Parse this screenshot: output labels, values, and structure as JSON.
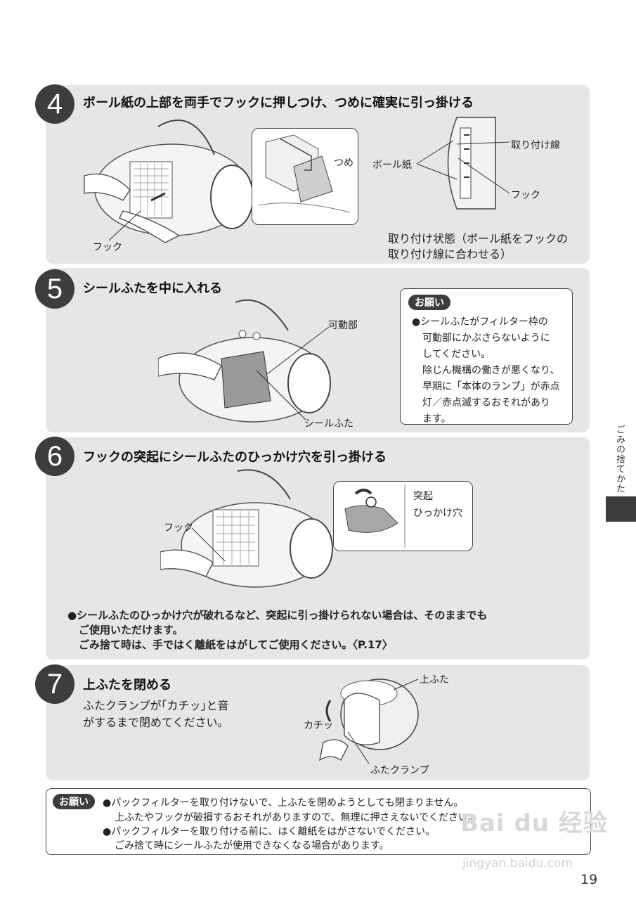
{
  "steps": [
    {
      "number": "4",
      "title": "ボール紙の上部を両手でフックに押しつけ、つめに確実に引っ掛ける",
      "labels": {
        "hook_left": "フック",
        "tsume": "つめ",
        "ball_paper": "ボール紙",
        "attach_line": "取り付け線",
        "hook_right": "フック",
        "caption_line1": "取り付け状態（ボール紙をフックの",
        "caption_line2": "取り付け線に合わせる）"
      }
    },
    {
      "number": "5",
      "title": "シールふたを中に入れる",
      "labels": {
        "movable": "可動部",
        "seal_lid": "シールふた"
      },
      "request": {
        "badge": "お願い",
        "lines": [
          "●シールふたがフィルター枠の",
          "可動部にかぶさらないように",
          "してください。",
          "除じん機構の働きが悪くなり、",
          "早期に「本体のランプ」が赤点",
          "灯／赤点滅するおそれがあり",
          "ます。"
        ]
      }
    },
    {
      "number": "6",
      "title": "フックの突起にシールふたのひっかけ穴を引っ掛ける",
      "labels": {
        "hook": "フック",
        "protrusion": "突起",
        "hook_hole": "ひっかけ穴"
      },
      "note_lines": [
        "●シールふたのひっかけ穴が破れるなど、突起に引っ掛けられない場合は、そのままでも",
        "ご使用いただけます。",
        "ごみ捨て時は、手ではく離紙をはがしてご使用ください。〈P.17〉"
      ]
    },
    {
      "number": "7",
      "title": "上ふたを閉める",
      "desc_lines": [
        "ふたクランプが｢カチッ｣と音",
        "がするまで閉めてください。"
      ],
      "labels": {
        "top_lid": "上ふた",
        "click": "カチッ",
        "lid_clamp": "ふたクランプ"
      }
    }
  ],
  "bottom_request": {
    "badge": "お願い",
    "lines": [
      "●パックフィルターを取り付けないで、上ふたを閉めようとしても閉まりません。",
      "上ふたやフックが破損するおそれがありますので、無理に押さえないでください。",
      "●パックフィルターを取り付ける前に、はく離紙をはがさないでください。",
      "ごみ捨て時にシールふたが使用できなくなる場合があります。"
    ]
  },
  "side_tab": "ごみの捨てかた",
  "page_number": "19",
  "watermark": {
    "logo": "Bai du 经验",
    "url": "jingyan.baidu.com"
  }
}
